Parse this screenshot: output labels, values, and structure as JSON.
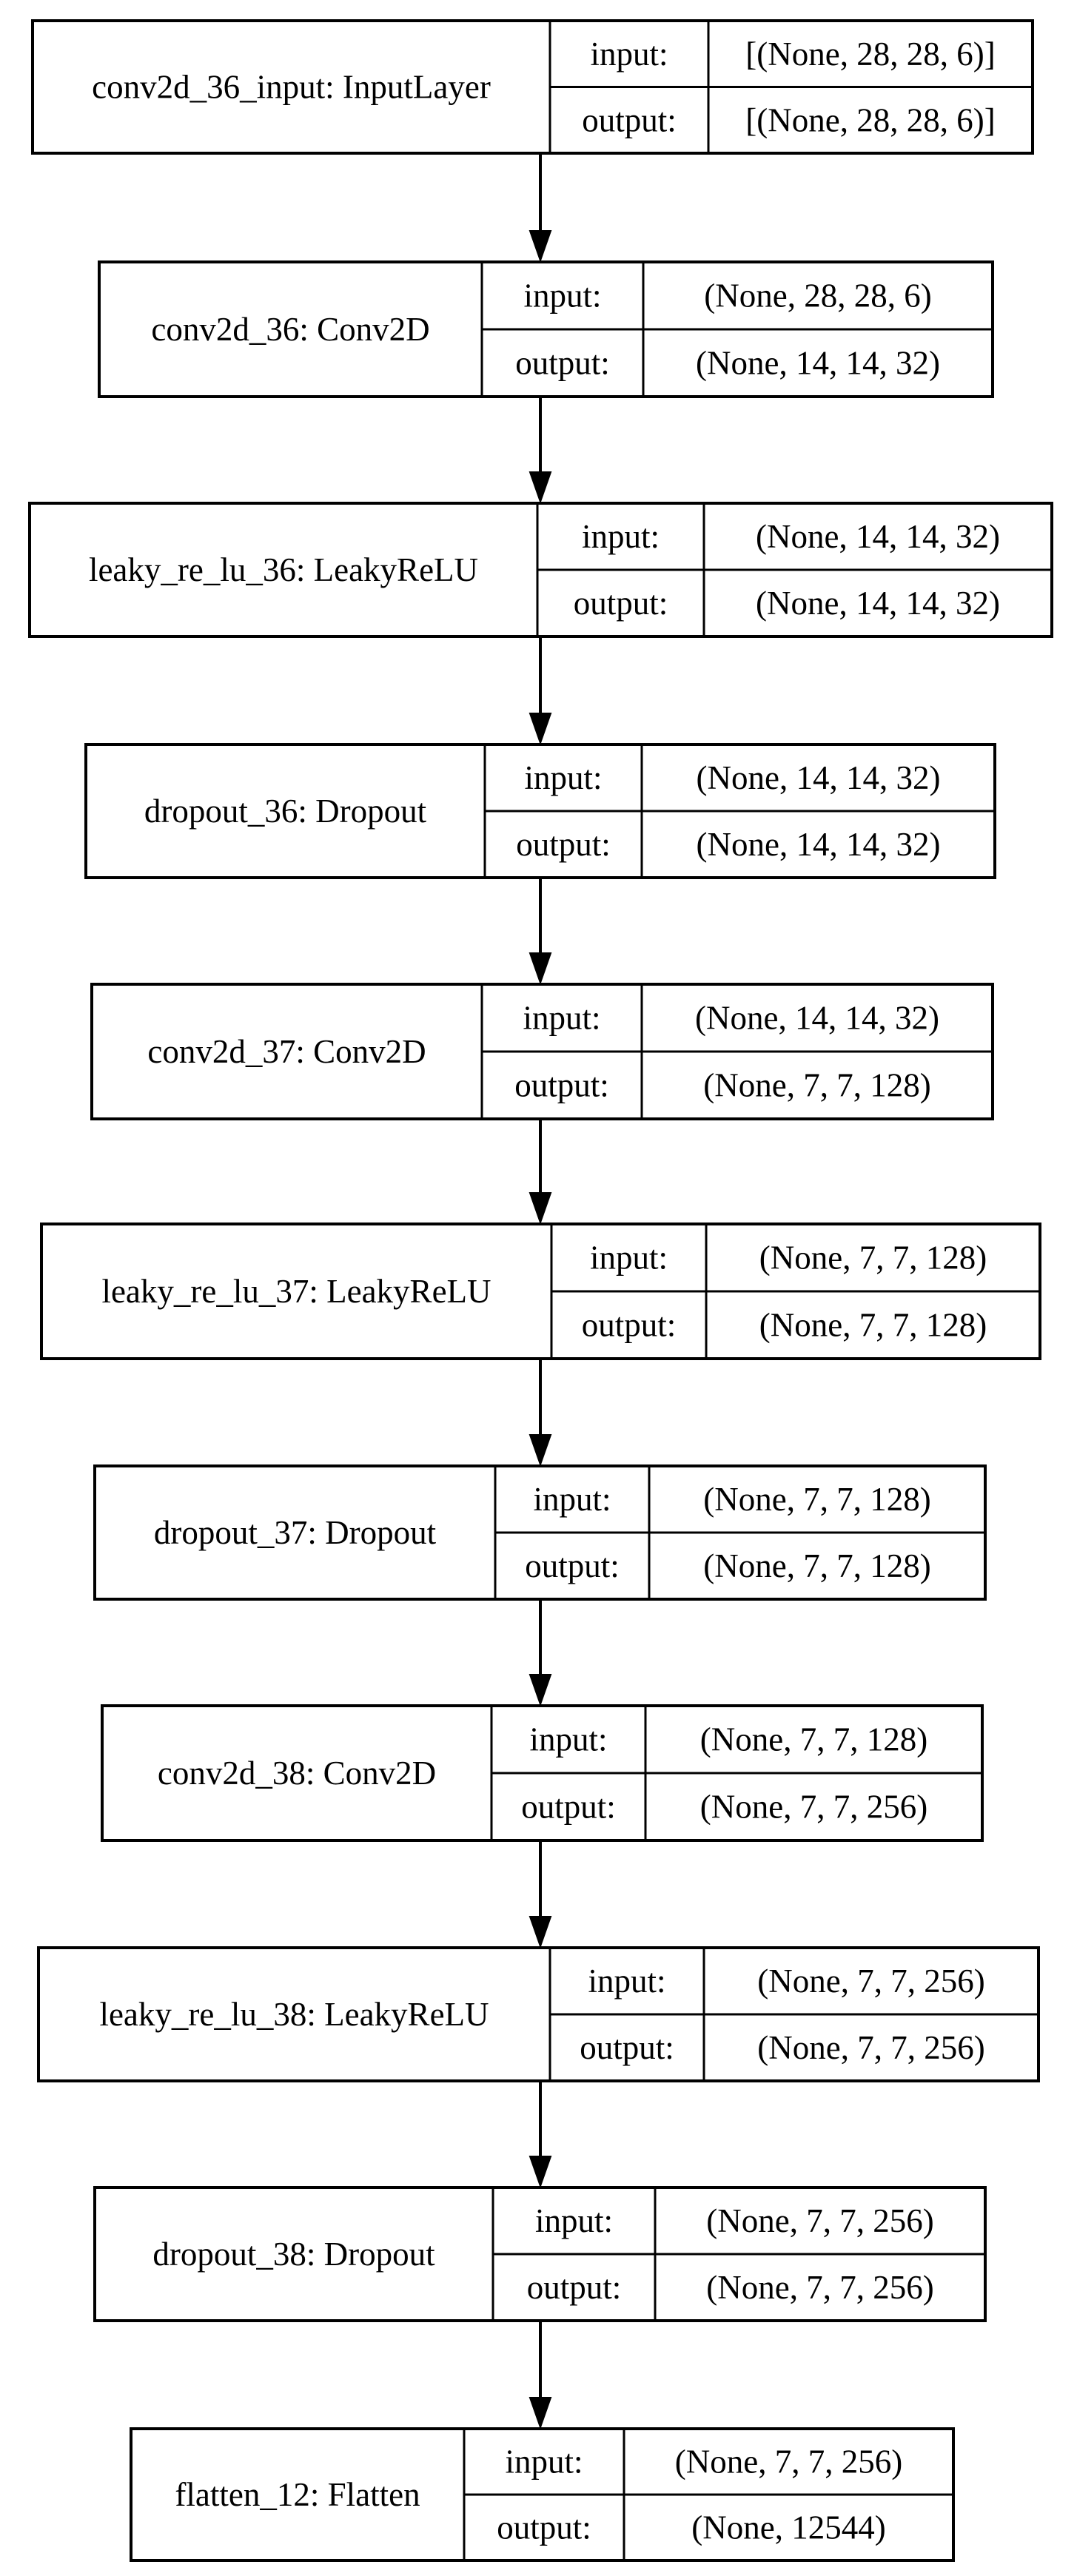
{
  "diagram": {
    "type": "keras-model-plot",
    "layers": [
      {
        "name": "conv2d_36_input: InputLayer",
        "input_label": "input:",
        "input_shape": "[(None, 28, 28, 6)]",
        "output_label": "output:",
        "output_shape": "[(None, 28, 28, 6)]"
      },
      {
        "name": "conv2d_36: Conv2D",
        "input_label": "input:",
        "input_shape": "(None, 28, 28, 6)",
        "output_label": "output:",
        "output_shape": "(None, 14, 14, 32)"
      },
      {
        "name": "leaky_re_lu_36: LeakyReLU",
        "input_label": "input:",
        "input_shape": "(None, 14, 14, 32)",
        "output_label": "output:",
        "output_shape": "(None, 14, 14, 32)"
      },
      {
        "name": "dropout_36: Dropout",
        "input_label": "input:",
        "input_shape": "(None, 14, 14, 32)",
        "output_label": "output:",
        "output_shape": "(None, 14, 14, 32)"
      },
      {
        "name": "conv2d_37: Conv2D",
        "input_label": "input:",
        "input_shape": "(None, 14, 14, 32)",
        "output_label": "output:",
        "output_shape": "(None, 7, 7, 128)"
      },
      {
        "name": "leaky_re_lu_37: LeakyReLU",
        "input_label": "input:",
        "input_shape": "(None, 7, 7, 128)",
        "output_label": "output:",
        "output_shape": "(None, 7, 7, 128)"
      },
      {
        "name": "dropout_37: Dropout",
        "input_label": "input:",
        "input_shape": "(None, 7, 7, 128)",
        "output_label": "output:",
        "output_shape": "(None, 7, 7, 128)"
      },
      {
        "name": "conv2d_38: Conv2D",
        "input_label": "input:",
        "input_shape": "(None, 7, 7, 128)",
        "output_label": "output:",
        "output_shape": "(None, 7, 7, 256)"
      },
      {
        "name": "leaky_re_lu_38: LeakyReLU",
        "input_label": "input:",
        "input_shape": "(None, 7, 7, 256)",
        "output_label": "output:",
        "output_shape": "(None, 7, 7, 256)"
      },
      {
        "name": "dropout_38: Dropout",
        "input_label": "input:",
        "input_shape": "(None, 7, 7, 256)",
        "output_label": "output:",
        "output_shape": "(None, 7, 7, 256)"
      },
      {
        "name": "flatten_12: Flatten",
        "input_label": "input:",
        "input_shape": "(None, 7, 7, 256)",
        "output_label": "output:",
        "output_shape": "(None, 12544)"
      }
    ],
    "colors": {
      "background": "#ffffff",
      "stroke": "#000000",
      "text": "#000000"
    }
  }
}
